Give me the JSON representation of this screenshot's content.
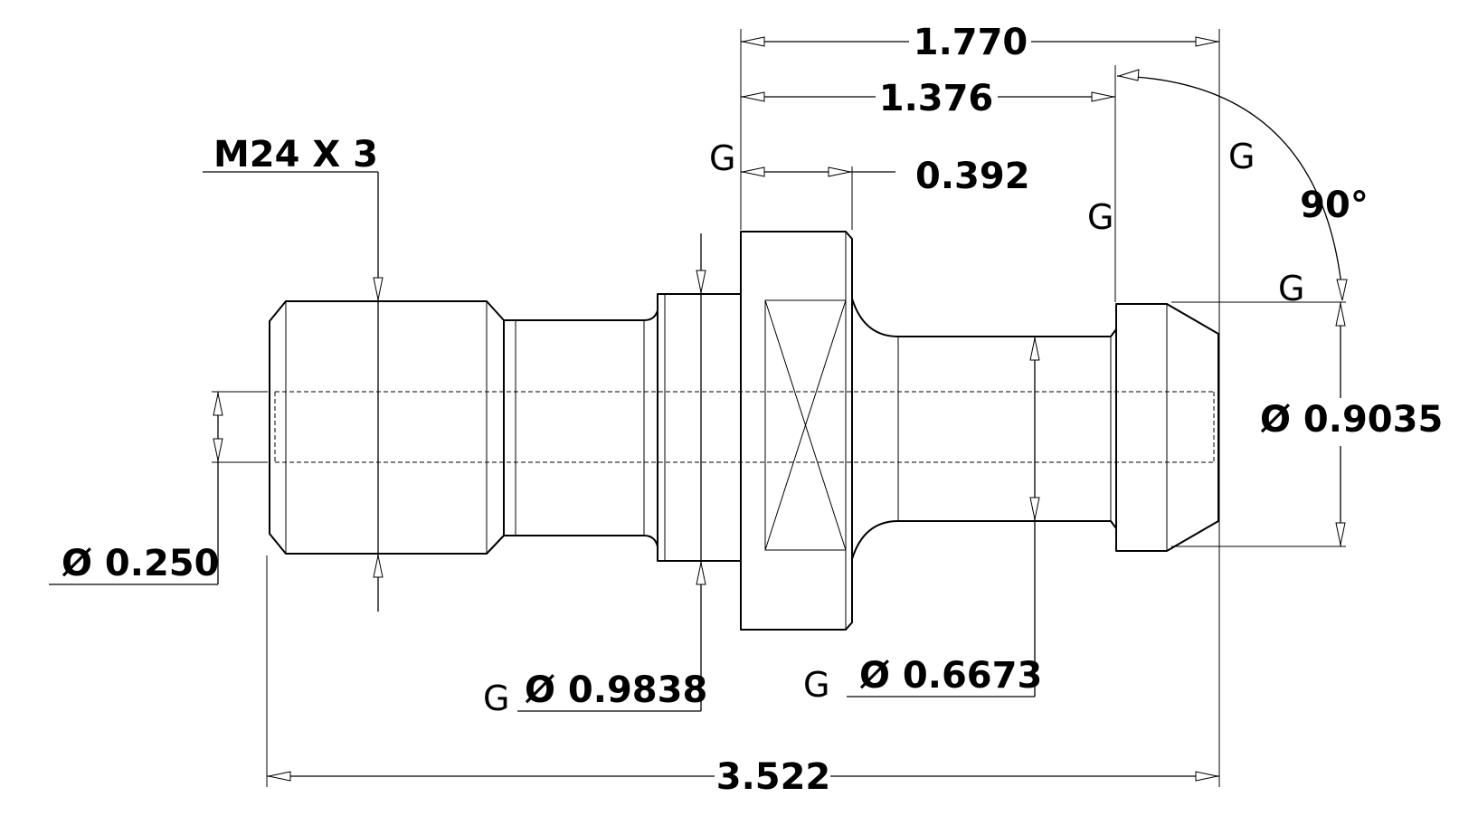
{
  "colors": {
    "line": "#000000",
    "blue": "#1f1fd6",
    "red": "#e01818",
    "green": "#2ea32e"
  },
  "dimensions": {
    "thread": "M24 X 3",
    "bore_dia": "Ø 0.250",
    "collar_dia": "Ø 0.9838",
    "neck_dia": "Ø 0.6673",
    "head_dia": "Ø 0.9035",
    "overall_length": "3.522",
    "flange_to_end": "1.770",
    "flange_to_head": "1.376",
    "flange_width": "0.392",
    "angle": "90°"
  },
  "gdt_marker": "G"
}
